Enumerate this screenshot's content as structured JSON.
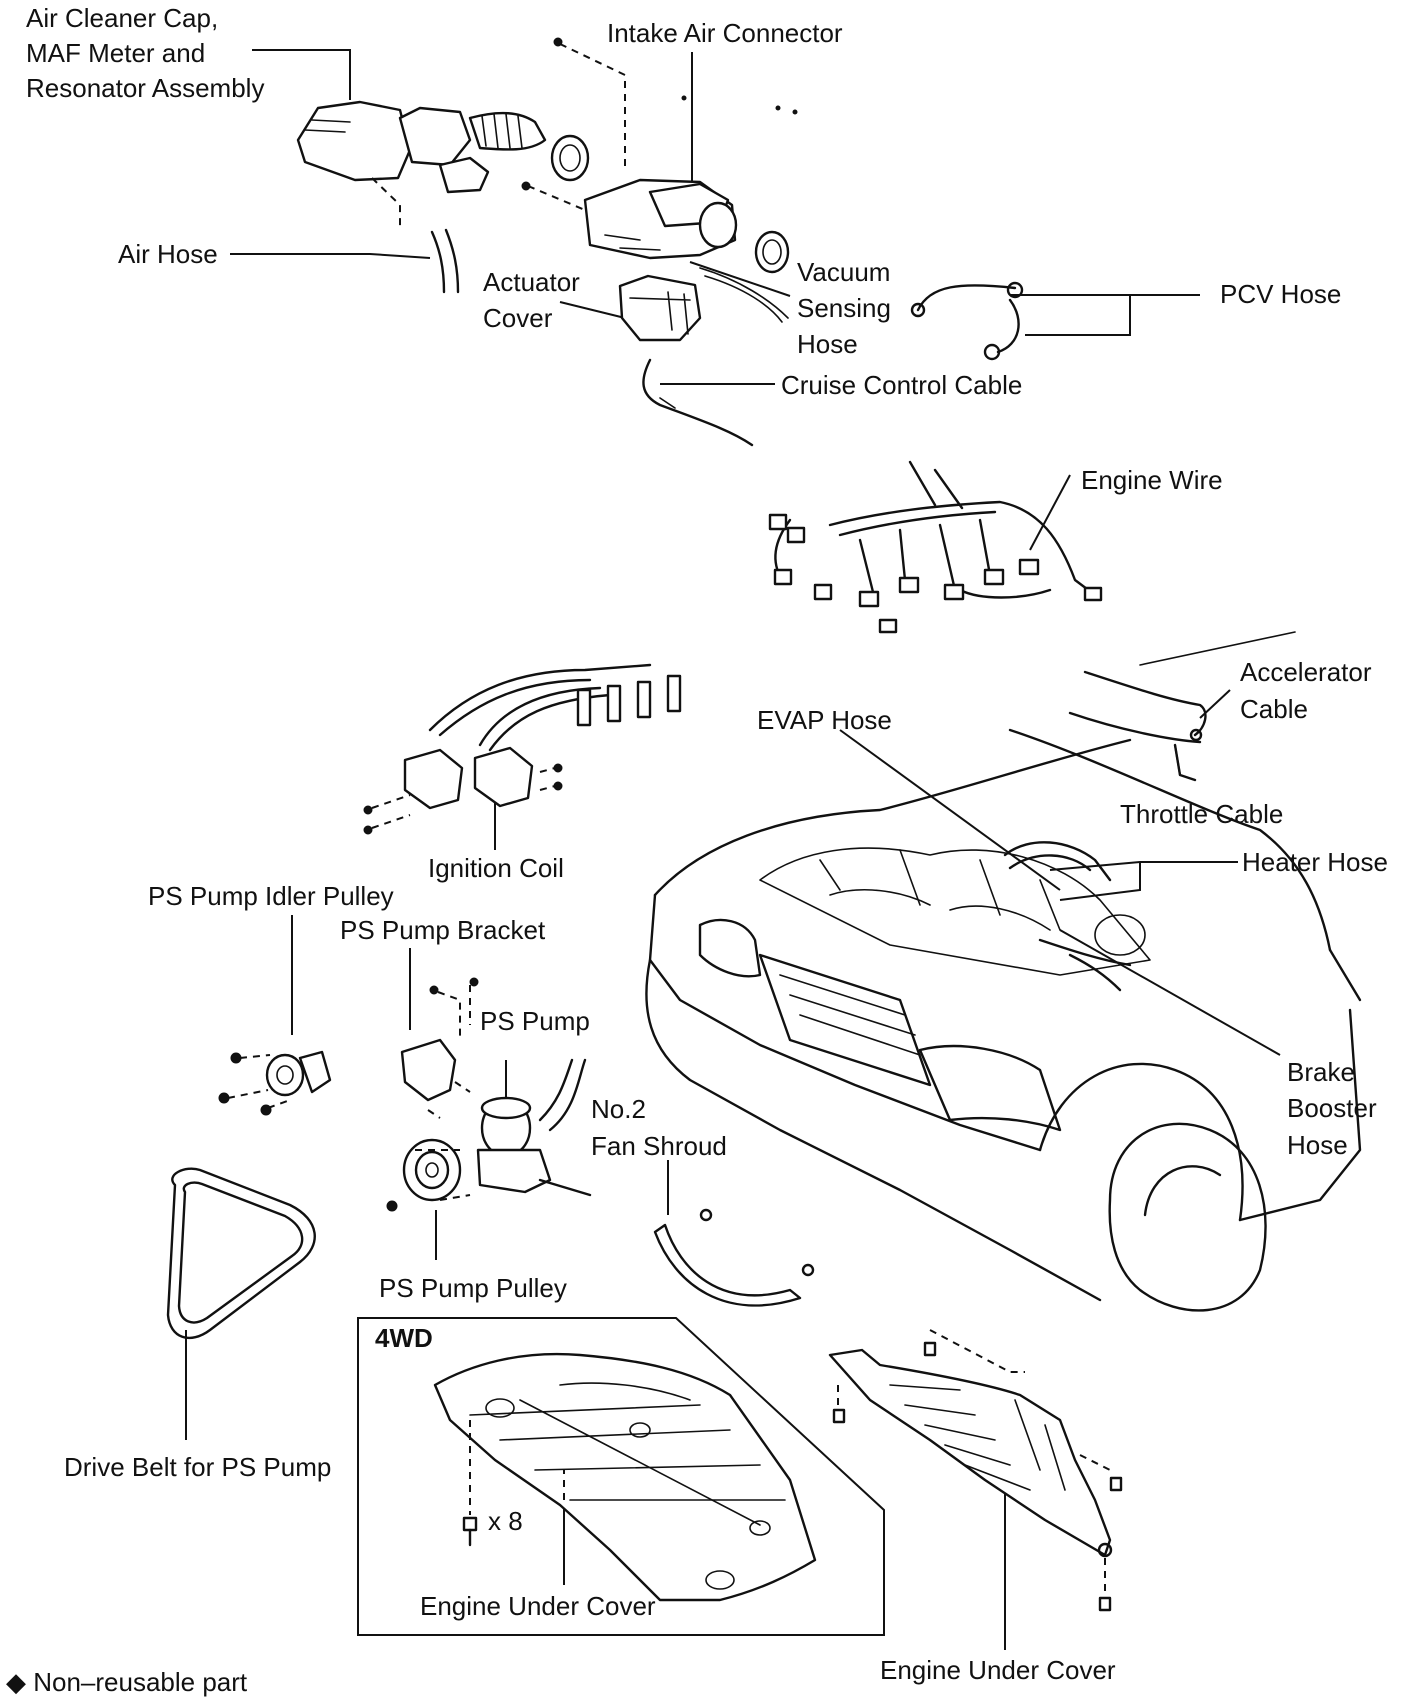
{
  "labels": {
    "air_cleaner_cap": "Air Cleaner Cap,",
    "maf_meter": "MAF Meter and",
    "resonator_assembly": "Resonator Assembly",
    "intake_air_connector": "Intake Air Connector",
    "air_hose": "Air Hose",
    "actuator": "Actuator",
    "cover": "Cover",
    "vacuum": "Vacuum",
    "sensing": "Sensing",
    "hose": "Hose",
    "pcv_hose": "PCV Hose",
    "cruise_control_cable": "Cruise Control Cable",
    "engine_wire": "Engine Wire",
    "accelerator": "Accelerator",
    "cable": "Cable",
    "evap_hose": "EVAP Hose",
    "throttle_cable": "Throttle Cable",
    "heater_hose": "Heater Hose",
    "ignition_coil": "Ignition Coil",
    "ps_pump_idler_pulley": "PS Pump Idler Pulley",
    "ps_pump_bracket": "PS Pump Bracket",
    "ps_pump": "PS Pump",
    "brake": "Brake",
    "booster": "Booster",
    "brake_hose": "Hose",
    "no2": "No.2",
    "fan_shroud": "Fan Shroud",
    "ps_pump_pulley": "PS Pump Pulley",
    "four_wd": "4WD",
    "bolt_count": "x 8",
    "drive_belt": "Drive Belt for PS Pump",
    "engine_under_cover_4wd": "Engine Under Cover",
    "engine_under_cover": "Engine Under Cover",
    "non_reusable": "◆ Non–reusable part"
  }
}
